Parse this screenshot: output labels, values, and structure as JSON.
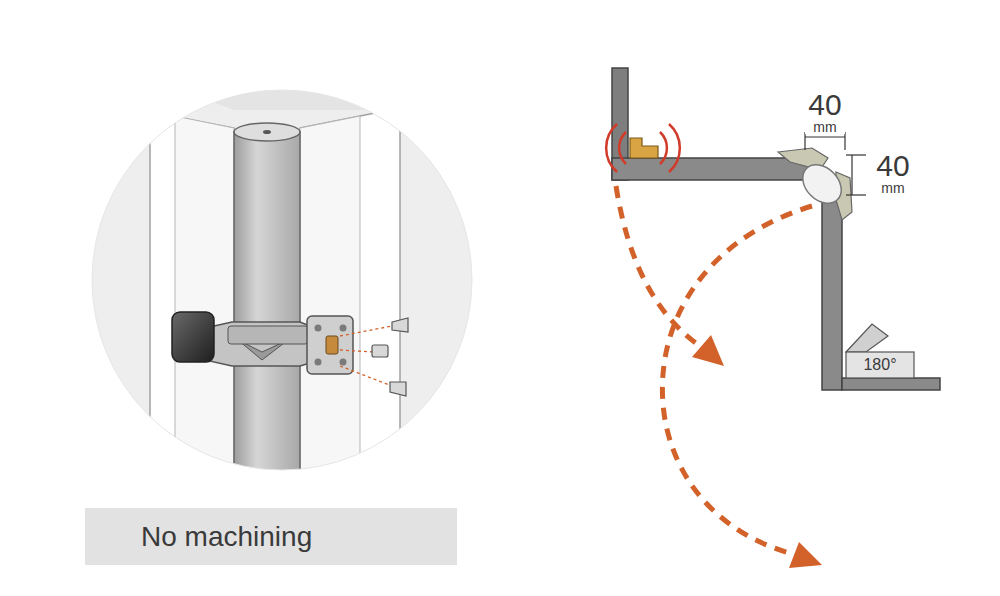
{
  "diagram": {
    "nodes": [
      {
        "text": [
          "No machining"
        ]
      }
    ],
    "labels": [
      "40 mm",
      "40 mm",
      "180°"
    ]
  }
}
